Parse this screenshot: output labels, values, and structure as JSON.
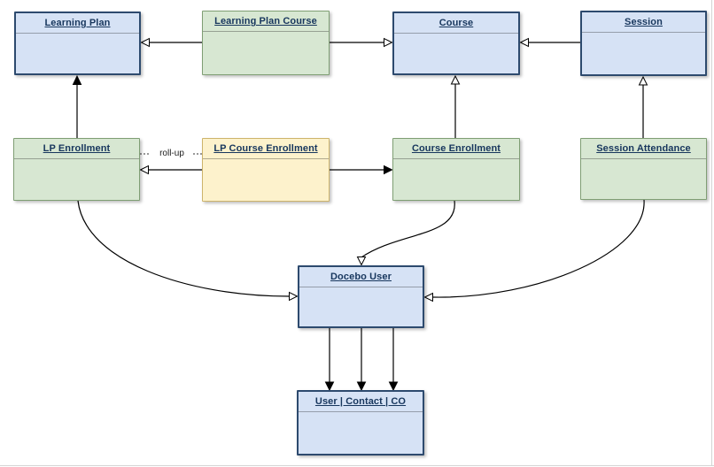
{
  "diagram": {
    "entities": [
      {
        "id": "learning-plan",
        "label": "Learning Plan",
        "color": "blue"
      },
      {
        "id": "learning-plan-course",
        "label": "Learning Plan Course",
        "color": "green"
      },
      {
        "id": "course",
        "label": "Course",
        "color": "blue"
      },
      {
        "id": "session",
        "label": "Session",
        "color": "blue"
      },
      {
        "id": "lp-enrollment",
        "label": "LP Enrollment",
        "color": "green"
      },
      {
        "id": "lp-course-enrollment",
        "label": "LP Course Enrollment",
        "color": "yellow"
      },
      {
        "id": "course-enrollment",
        "label": "Course Enrollment",
        "color": "green"
      },
      {
        "id": "session-attendance",
        "label": "Session Attendance",
        "color": "green"
      },
      {
        "id": "docebo-user",
        "label": "Docebo User",
        "color": "blue"
      },
      {
        "id": "user-contact-co",
        "label": "User | Contact | CO",
        "color": "blue"
      }
    ],
    "connections": [
      {
        "from": "learning-plan-course",
        "to": "learning-plan",
        "style": "solid",
        "arrow": "open"
      },
      {
        "from": "learning-plan-course",
        "to": "course",
        "style": "solid",
        "arrow": "open"
      },
      {
        "from": "session",
        "to": "course",
        "style": "solid",
        "arrow": "open"
      },
      {
        "from": "lp-enrollment",
        "to": "learning-plan",
        "style": "solid",
        "arrow": "filled"
      },
      {
        "from": "lp-enrollment",
        "to": "lp-course-enrollment",
        "style": "dashed",
        "arrow": "none",
        "label": "roll-up"
      },
      {
        "from": "lp-course-enrollment",
        "to": "lp-enrollment",
        "style": "solid",
        "arrow": "open"
      },
      {
        "from": "lp-course-enrollment",
        "to": "course-enrollment",
        "style": "solid",
        "arrow": "filled"
      },
      {
        "from": "course-enrollment",
        "to": "course",
        "style": "solid",
        "arrow": "open"
      },
      {
        "from": "session-attendance",
        "to": "session",
        "style": "solid",
        "arrow": "open"
      },
      {
        "from": "lp-enrollment",
        "to": "docebo-user",
        "style": "solid",
        "arrow": "open"
      },
      {
        "from": "course-enrollment",
        "to": "docebo-user",
        "style": "solid",
        "arrow": "open"
      },
      {
        "from": "session-attendance",
        "to": "docebo-user",
        "style": "solid",
        "arrow": "open"
      },
      {
        "from": "docebo-user",
        "to": "user-contact-co",
        "style": "solid",
        "arrow": "filled"
      },
      {
        "from": "docebo-user",
        "to": "user-contact-co",
        "style": "solid",
        "arrow": "filled"
      },
      {
        "from": "docebo-user",
        "to": "user-contact-co",
        "style": "solid",
        "arrow": "filled"
      }
    ],
    "palette": {
      "blue_fill": "#d6e2f5",
      "blue_border": "#2d4a6e",
      "green_fill": "#d7e7d2",
      "green_border": "#7f9e74",
      "yellow_fill": "#fdf2cc",
      "yellow_border": "#cdb46c",
      "title_text": "#17365d",
      "connector": "#000000"
    }
  }
}
